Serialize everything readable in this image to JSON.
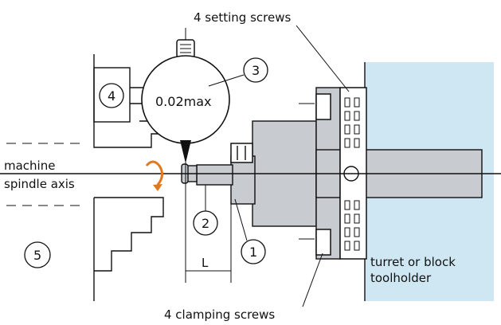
{
  "labels": {
    "setting_screws": "4 setting screws",
    "clamping_screws": "4 clamping screws",
    "machine": "machine",
    "spindle_axis": "spindle axis",
    "gauge_reading": "0.02max",
    "length": "L",
    "turret_line1": "turret or block",
    "turret_line2": "toolholder"
  },
  "callouts": {
    "c1": "1",
    "c2": "2",
    "c3": "3",
    "c4": "4",
    "c5": "5"
  },
  "colors": {
    "toolholder_fill": "#cfe7f2",
    "part_fill": "#c8ccd1",
    "rotation_arrow": "#e07820"
  }
}
